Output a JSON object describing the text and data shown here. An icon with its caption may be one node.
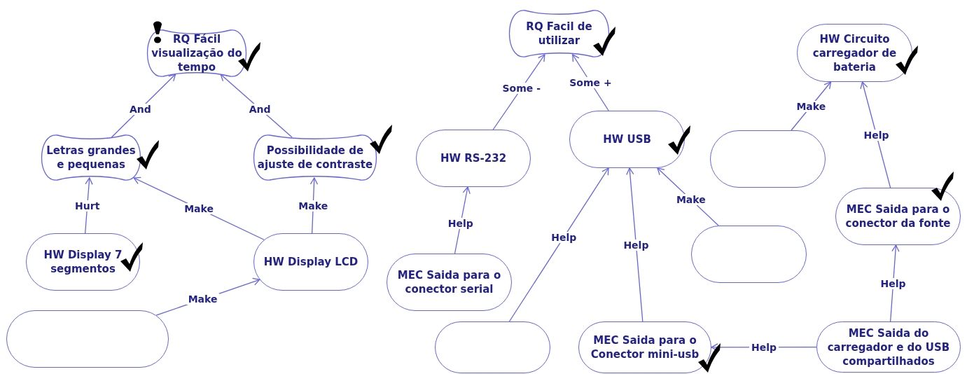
{
  "diagram": {
    "nodes": [
      {
        "text": [
          "RQ Fácil visualização do tempo"
        ]
      },
      {
        "text": [
          "Letras grandes e pequenas"
        ]
      },
      {
        "text": [
          "Possibilidade de ajuste de contraste"
        ]
      },
      {
        "text": [
          "HW Display 7 segmentos"
        ]
      },
      {
        "text": [
          "HW Display LCD"
        ]
      },
      {
        "text": [],
        "shape": "box"
      },
      {
        "text": [
          "RQ Facil de utilizar"
        ]
      },
      {
        "text": [
          "HW RS-232"
        ]
      },
      {
        "text": [
          "HW USB"
        ]
      },
      {
        "text": [
          "MEC Saida para o conector serial"
        ]
      },
      {
        "text": [],
        "shape": "box"
      },
      {
        "text": [
          "MEC Saida para o Conector mini-usb"
        ]
      },
      {
        "text": [],
        "shape": "box"
      },
      {
        "text": [
          "HW Circuito carregador de bateria"
        ]
      },
      {
        "text": [],
        "shape": "box"
      },
      {
        "text": [
          "MEC Saida para o conector da fonte"
        ]
      },
      {
        "text": [
          "MEC Saida do carregador e do USB compartilhados"
        ]
      }
    ],
    "edges": [
      {
        "from": 1,
        "to": 0,
        "label": "And",
        "arrow": "to"
      },
      {
        "from": 2,
        "to": 0,
        "label": "And",
        "arrow": "to"
      },
      {
        "from": 3,
        "to": 1,
        "label": "Hurt",
        "arrow": "to"
      },
      {
        "from": 4,
        "to": 1,
        "label": "Make",
        "arrow": "to"
      },
      {
        "from": 4,
        "to": 2,
        "label": "Make",
        "arrow": "to"
      },
      {
        "from": 5,
        "to": 4,
        "label": "Make",
        "arrow": "to"
      },
      {
        "from": 7,
        "to": 6,
        "label": "Some -",
        "arrow": "to"
      },
      {
        "from": 8,
        "to": 6,
        "label": "Some +",
        "arrow": "to"
      },
      {
        "from": 9,
        "to": 7,
        "label": "Help",
        "arrow": "to"
      },
      {
        "from": 10,
        "to": 8,
        "label": "Help",
        "arrow": "to"
      },
      {
        "from": 11,
        "to": 8,
        "label": "Help",
        "arrow": "to"
      },
      {
        "from": 12,
        "to": 8,
        "label": "Make",
        "arrow": "to"
      },
      {
        "from": 14,
        "to": 13,
        "label": "Make",
        "arrow": "to"
      },
      {
        "from": 15,
        "to": 13,
        "label": "Help",
        "arrow": "to"
      },
      {
        "from": 16,
        "to": 15,
        "label": "Help",
        "arrow": "to"
      },
      {
        "from": 16,
        "to": 11,
        "label": "Help",
        "arrow": "to"
      }
    ]
  }
}
